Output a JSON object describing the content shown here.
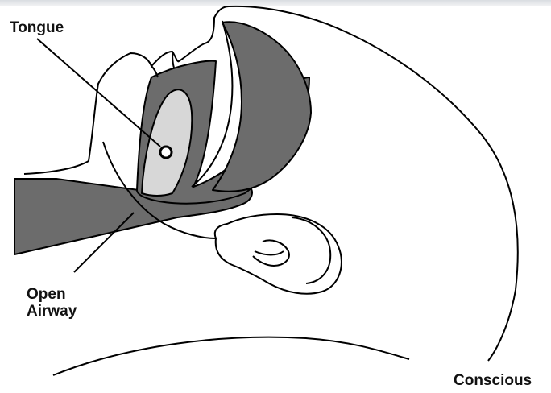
{
  "labels": {
    "tongue": "Tongue",
    "airway_line1": "Open",
    "airway_line2": "Airway",
    "state": "Conscious"
  },
  "colors": {
    "airway_fill": "#6c6c6c",
    "tongue_fill": "#d7d7d7",
    "outline": "#000000",
    "background": "#ffffff"
  }
}
